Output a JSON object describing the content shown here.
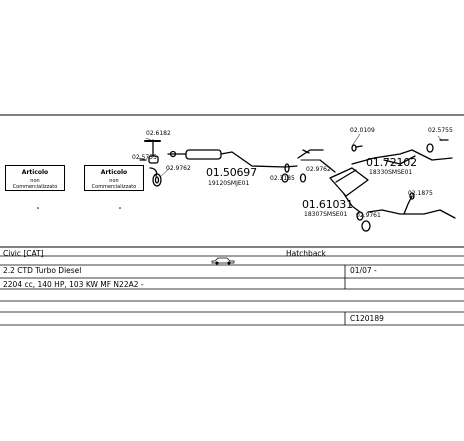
{
  "parts": {
    "p1": "02.6182",
    "p2": "02.5755",
    "p3": "02.9762",
    "p4": "01.50697",
    "p4_code": "19120SMJE01",
    "p5": "02.3185",
    "p6": "02.9762",
    "p7": "01.61031",
    "p7_code": "18307SMSE01",
    "p8": "02.9761",
    "p9": "02.0109",
    "p10": "02.5755",
    "p11": "01.72102",
    "p11_code": "18330SMSE01",
    "p12": "02.1875"
  },
  "badges": [
    {
      "title": "Articolo",
      "sub": "non",
      "sub2": "Commercializzato"
    },
    {
      "title": "Articolo",
      "sub": "non",
      "sub2": "Commercializzato"
    }
  ],
  "vehicle": {
    "model": "Civic [CAT]",
    "body": "Hatchback",
    "engine": "2.2 CTD Turbo Diesel",
    "date": "01/07 -",
    "specs": "2204 cc, 140 HP, 103 KW MF N22A2 -",
    "code": "C120189"
  }
}
